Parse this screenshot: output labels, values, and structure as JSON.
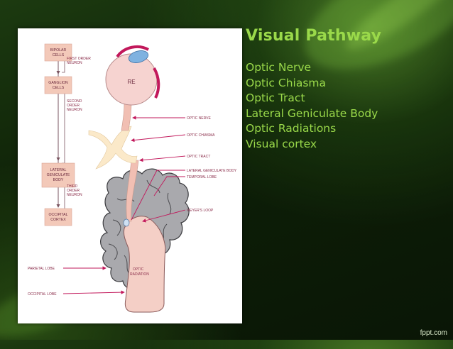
{
  "slide": {
    "title": "Visual Pathway",
    "items": [
      "Optic Nerve",
      "Optic Chiasma",
      "Optic Tract",
      "Lateral Geniculate Body",
      "Optic Radiations",
      "Visual cortex"
    ],
    "footer": "fppt.com"
  },
  "diagram": {
    "boxes": [
      [
        "BIPOLAR",
        "CELLS"
      ],
      [
        "GANGLION",
        "CELLS"
      ],
      [
        "LATERAL",
        "GENICULATE",
        "BODY"
      ],
      [
        "OCCIPITAL",
        "CORTEX"
      ]
    ],
    "neuron_labels": [
      [
        "FIRST ORDER",
        "NEURON"
      ],
      [
        "SECOND",
        "ORDER",
        "NEURON"
      ],
      [
        "THIRD",
        "ORDER",
        "NEURON"
      ]
    ],
    "eye_label": "RE",
    "right_labels": [
      "OPTIC NERVE",
      "OPTIC CHIASMA",
      "OPTIC TRACT",
      "LATERAL GENICULATE BODY",
      "TEMPORAL LOBE",
      "MEYER'S LOOP"
    ],
    "left_labels": [
      "PARIETAL LOBE",
      "OCCIPITAL LOBE"
    ],
    "radiation_label": [
      "OPTIC",
      "RADIATION"
    ]
  },
  "colors": {
    "title": "#9ad94a",
    "text": "#9ad94a",
    "box_fill": "#f3c9b9",
    "arrow": "#c2185b",
    "brain": "#a9a9ad"
  }
}
